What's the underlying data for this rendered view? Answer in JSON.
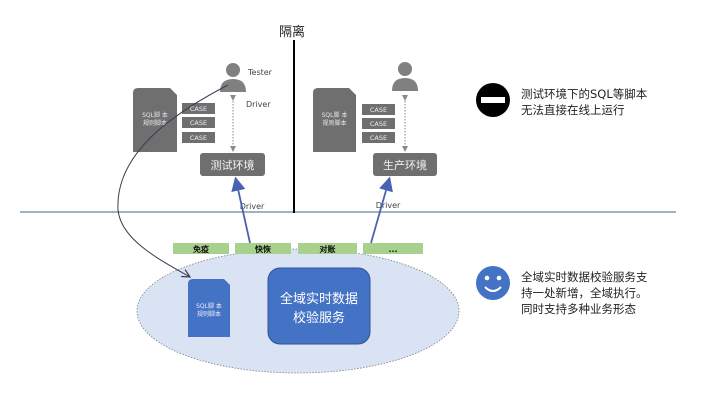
{
  "isolation_label": "隔离",
  "colors": {
    "gray_box": "#6f6f6f",
    "blue_box": "#4472c4",
    "green_tag": "#a9d18e",
    "ellipse_fill": "#dae3f3",
    "divider_line": "#8497b0",
    "arrow_blue": "#4a63b0"
  },
  "left_env": {
    "person_label": "Tester",
    "driver_label": "Driver",
    "doc_line1": "SQL脚 本",
    "doc_line2": "规则脚本",
    "cases": [
      "CASE",
      "CASE",
      "CASE"
    ],
    "env_label": "测试环境",
    "bottom_driver_label": "Driver"
  },
  "right_env": {
    "doc_line1": "SQL脚 本",
    "doc_line2": "规则脚本",
    "cases": [
      "CASE",
      "CASE",
      "CASE"
    ],
    "env_label": "生产环境",
    "bottom_driver_label": "Driver"
  },
  "tags": [
    "免疫",
    "快恢",
    "对账",
    "..."
  ],
  "service": {
    "doc_line1": "SQL脚 本",
    "doc_line2": "规则脚本",
    "main_line1": "全域实时数据",
    "main_line2": "校验服务"
  },
  "notes": {
    "problem": {
      "icon": "no-entry-icon",
      "line1": "测试环境下的SQL等脚本",
      "line2": "无法直接在线上运行"
    },
    "solution": {
      "icon": "smiley-icon",
      "line1": "全域实时数据校验服务支",
      "line2": "持一处新增，全域执行。",
      "line3": "同时支持多种业务形态"
    }
  }
}
